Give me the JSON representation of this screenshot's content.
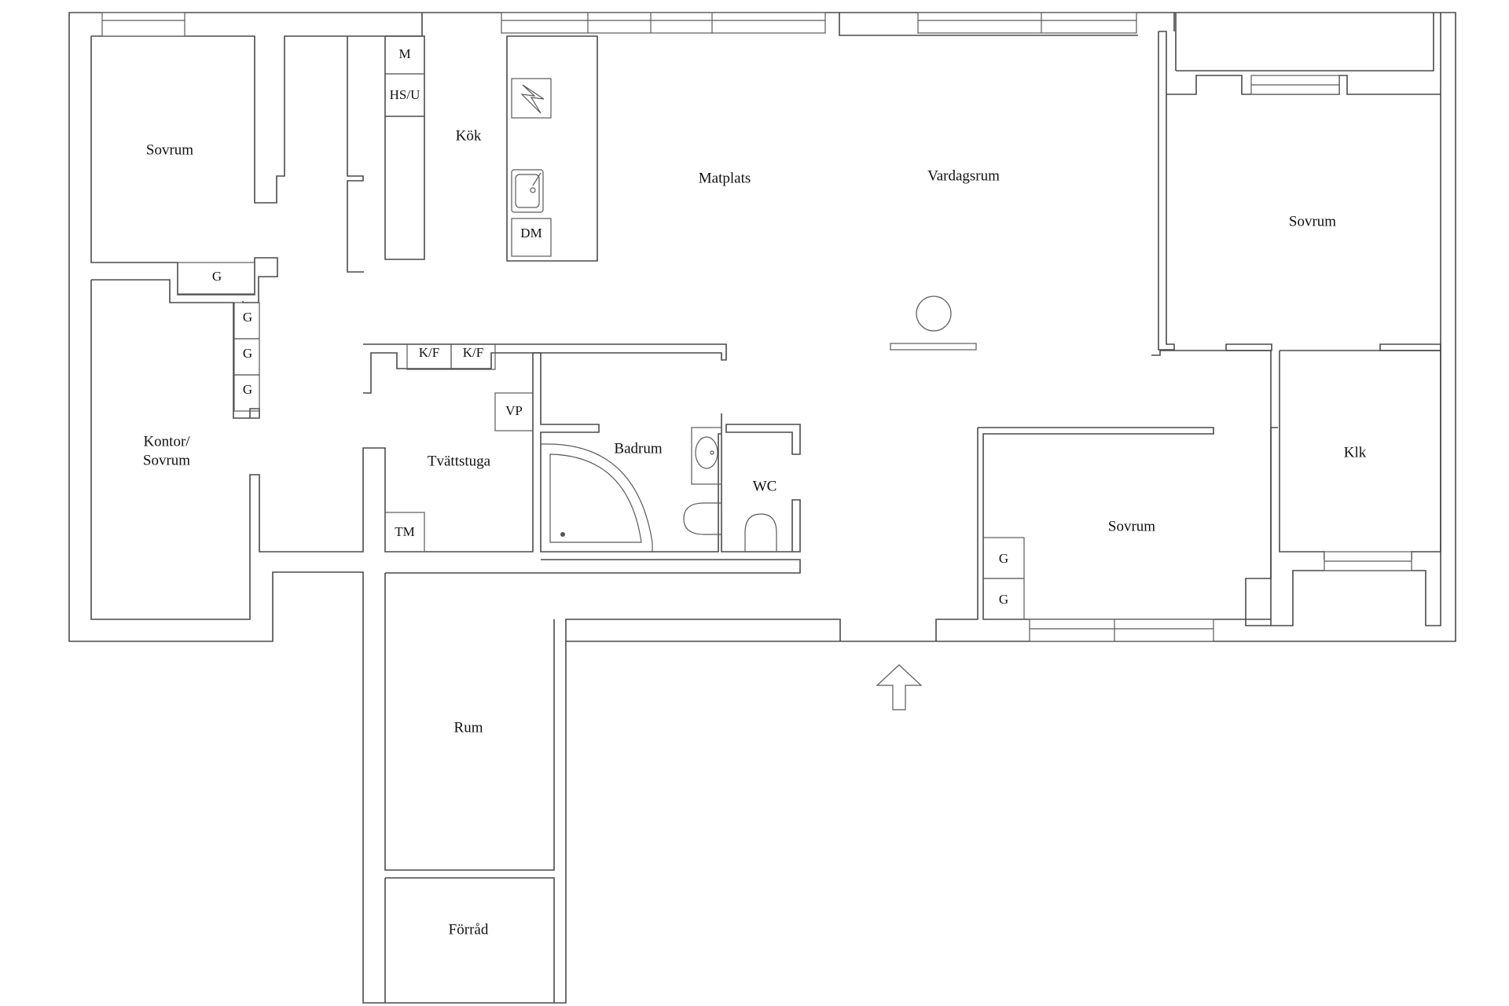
{
  "rooms": {
    "sovrum_nw": "Sovrum",
    "kok": "Kök",
    "matplats": "Matplats",
    "vardagsrum": "Vardagsrum",
    "sovrum_ne": "Sovrum",
    "kontor_line1": "Kontor/",
    "kontor_line2": "Sovrum",
    "tvattstuga": "Tvättstuga",
    "badrum": "Badrum",
    "wc": "WC",
    "sovrum_center": "Sovrum",
    "klk": "Klk",
    "rum": "Rum",
    "forrad": "Förråd"
  },
  "fixtures": {
    "microwave": "M",
    "hsu": "HS/U",
    "dishwasher": "DM",
    "wardrobe": "G",
    "fridge_freezer": "K/F",
    "water_heater": "VP",
    "dryer": "TM"
  },
  "colors": {
    "line": "#4a4a4a",
    "background": "#ffffff"
  }
}
